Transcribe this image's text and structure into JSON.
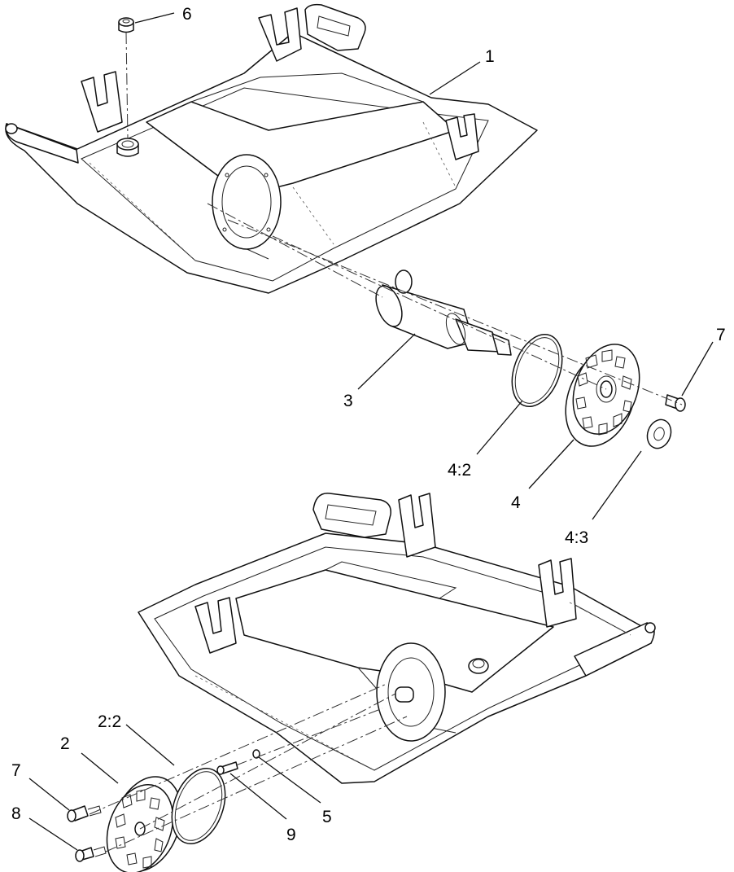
{
  "callouts": {
    "c1": "1",
    "c2": "2",
    "c2_2": "2:2",
    "c3": "3",
    "c4": "4",
    "c4_2": "4:2",
    "c4_3": "4:3",
    "c5": "5",
    "c6": "6",
    "c7_top": "7",
    "c7_bottom": "7",
    "c8": "8",
    "c9": "9"
  }
}
